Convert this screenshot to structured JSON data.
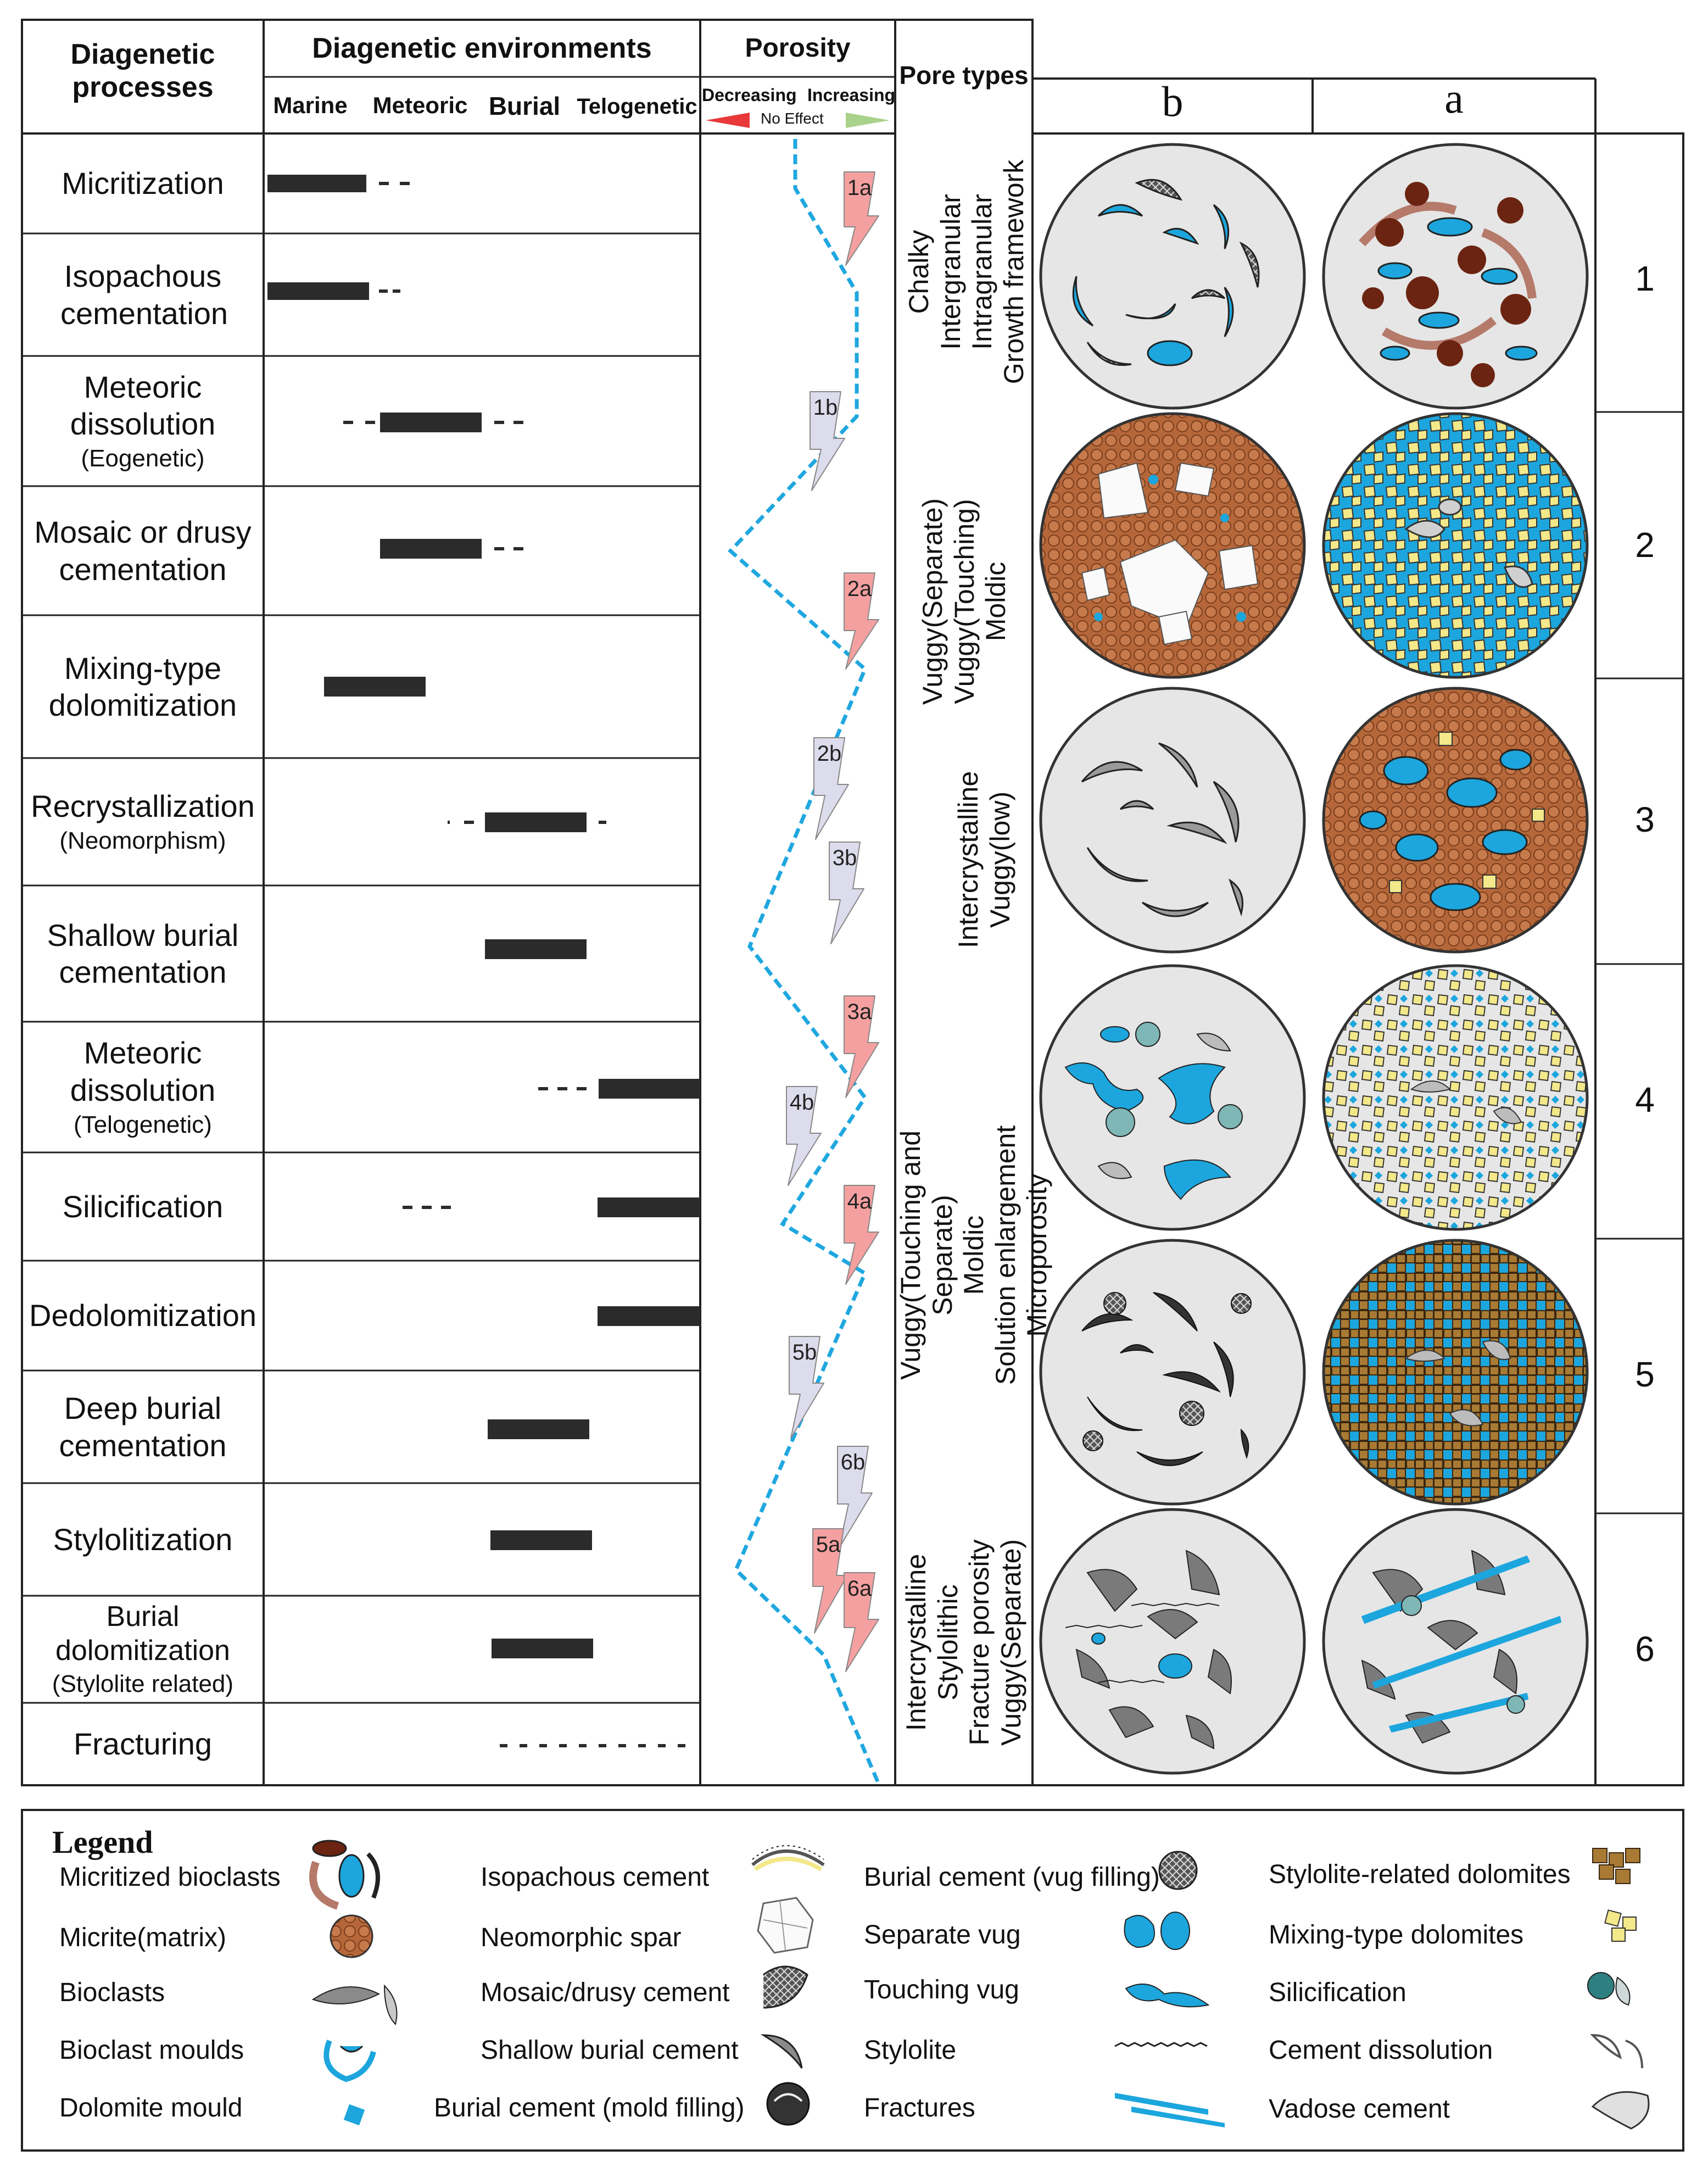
{
  "header": {
    "processes": "Diagenetic processes",
    "environments": "Diagenetic environments",
    "env_cols": [
      "Marine",
      "Meteoric",
      "Burial",
      "Telogenetic"
    ],
    "porosity": "Porosity",
    "decreasing": "Decreasing",
    "increasing": "Increasing",
    "no_effect": "No Effect",
    "pore_types": "Pore types",
    "col_b": "b",
    "col_a": "a"
  },
  "processes": [
    {
      "name": "Micritization",
      "sub": ""
    },
    {
      "name": "Isopachous cementation",
      "sub": ""
    },
    {
      "name": "Meteoric dissolution",
      "sub": "(Eogenetic)"
    },
    {
      "name": "Mosaic or drusy cementation",
      "sub": ""
    },
    {
      "name": "Mixing-type dolomitization",
      "sub": ""
    },
    {
      "name": "Recrystallization",
      "sub": "(Neomorphism)"
    },
    {
      "name": "Shallow burial cementation",
      "sub": ""
    },
    {
      "name": "Meteoric dissolution",
      "sub": "(Telogenetic)"
    },
    {
      "name": "Silicification",
      "sub": ""
    },
    {
      "name": "Dedolomitization",
      "sub": ""
    },
    {
      "name": "Deep burial cementation",
      "sub": ""
    },
    {
      "name": "Stylolitization",
      "sub": ""
    },
    {
      "name": "Burial dolomitization",
      "sub": "(Stylolite related)"
    },
    {
      "name": "Fracturing",
      "sub": ""
    }
  ],
  "porosity_events": [
    {
      "label": "1a",
      "effect": "increasing"
    },
    {
      "label": "1b",
      "effect": "decreasing"
    },
    {
      "label": "2a",
      "effect": "increasing"
    },
    {
      "label": "2b",
      "effect": "decreasing"
    },
    {
      "label": "3b",
      "effect": "decreasing"
    },
    {
      "label": "3a",
      "effect": "increasing"
    },
    {
      "label": "4b",
      "effect": "decreasing"
    },
    {
      "label": "4a",
      "effect": "increasing"
    },
    {
      "label": "5b",
      "effect": "decreasing"
    },
    {
      "label": "6b",
      "effect": "decreasing"
    },
    {
      "label": "5a",
      "effect": "increasing"
    },
    {
      "label": "6a",
      "effect": "increasing"
    }
  ],
  "pore_types": [
    [
      "Chalky",
      "Intergranular",
      "Intragranular",
      "Growth framework"
    ],
    [
      "Vuggy(Separate)",
      "Vuggy(Touching)",
      "Moldic"
    ],
    [
      "Intercrystalline",
      "Vuggy(low)"
    ],
    [
      "Vuggy(Touching and",
      "Separate)",
      "Moldic",
      "Solution enlargement",
      "Microporosity"
    ],
    [
      "Intercrystalline",
      "Stylolithic",
      "Fracture porosity",
      "Vuggy(Separate)"
    ]
  ],
  "row_numbers": [
    "1",
    "2",
    "3",
    "4",
    "5",
    "6"
  ],
  "legend": {
    "title": "Legend",
    "col1": [
      "Micritized bioclasts",
      "Micrite(matrix)",
      "Bioclasts",
      "Bioclast moulds",
      "Dolomite mould"
    ],
    "col2": [
      "Isopachous cement",
      "Neomorphic spar",
      "Mosaic/drusy cement",
      "Shallow burial cement",
      "Burial cement (mold filling)"
    ],
    "col3": [
      "Burial cement (vug filling)",
      "Separate vug",
      "Touching vug",
      "Stylolite",
      "Fractures"
    ],
    "col4": [
      "Stylolite-related dolomites",
      "Mixing-type dolomites",
      "Silicification",
      "Cement dissolution",
      "Vadose cement"
    ]
  },
  "colors": {
    "pore_blue": "#1ca6dd",
    "micrite_brown": "#b5673a",
    "dark_brown": "#6b2411",
    "dolomite_yellow": "#f3e88a",
    "stylolite_dolomite": "#a87a34",
    "increase_red": "#f5a0a0",
    "decrease_lilac": "#dcdcec",
    "grey_fill": "#e6e6e6"
  }
}
